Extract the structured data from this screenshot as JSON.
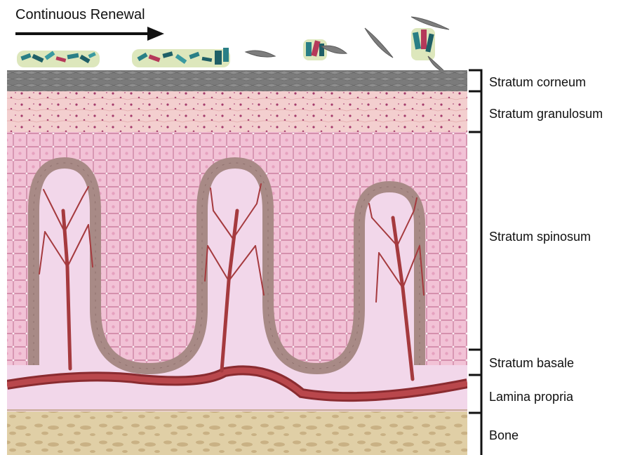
{
  "title": "Continuous Renewal",
  "layers": [
    {
      "label": "Stratum corneum"
    },
    {
      "label": "Stratum granulosum"
    },
    {
      "label": "Stratum spinosum"
    },
    {
      "label": "Stratum basale"
    },
    {
      "label": "Lamina propria"
    },
    {
      "label": "Bone"
    }
  ],
  "colors": {
    "corneum": "#7b7b7b",
    "granulosum": "#f3cfcf",
    "spinosum": "#eeb6cc",
    "basale": "#a88a86",
    "lamina": "#f2d7ea",
    "vessel": "#a53a3e",
    "bone": "#e0cfa6",
    "bone_spot": "#c9b184"
  }
}
